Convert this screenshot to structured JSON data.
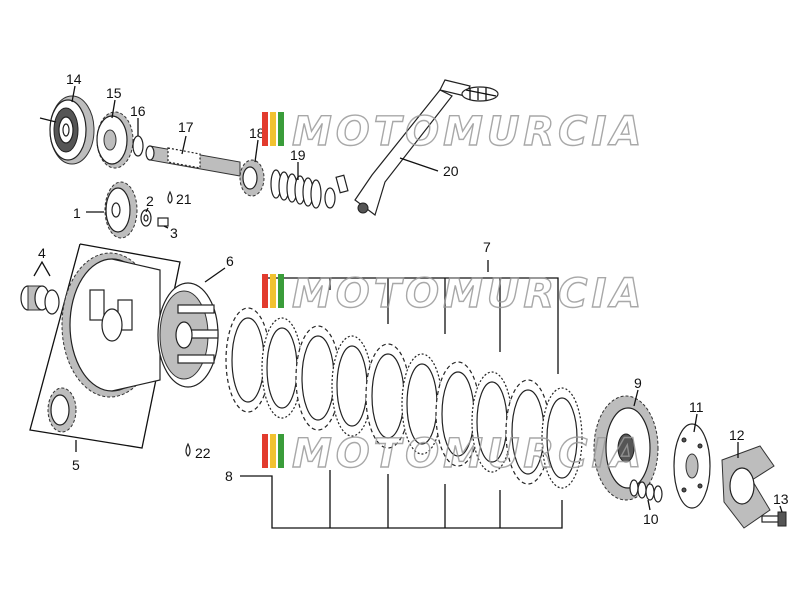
{
  "diagram": {
    "watermark_text": "MOTOMURCIA",
    "watermark_colors": [
      "#e23b2e",
      "#f2c230",
      "#3a9d3a"
    ],
    "callouts": [
      {
        "id": "c14",
        "text": "14"
      },
      {
        "id": "c15",
        "text": "15"
      },
      {
        "id": "c16",
        "text": "16"
      },
      {
        "id": "c17",
        "text": "17"
      },
      {
        "id": "c18",
        "text": "18"
      },
      {
        "id": "c19",
        "text": "19"
      },
      {
        "id": "c20",
        "text": "20"
      },
      {
        "id": "c1",
        "text": "1"
      },
      {
        "id": "c2",
        "text": "2"
      },
      {
        "id": "c21",
        "text": "21"
      },
      {
        "id": "c3",
        "text": "3"
      },
      {
        "id": "c4",
        "text": "4"
      },
      {
        "id": "c5",
        "text": "5"
      },
      {
        "id": "c6",
        "text": "6"
      },
      {
        "id": "c7",
        "text": "7"
      },
      {
        "id": "c8",
        "text": "8"
      },
      {
        "id": "c9",
        "text": "9"
      },
      {
        "id": "c10",
        "text": "10"
      },
      {
        "id": "c11",
        "text": "11"
      },
      {
        "id": "c12",
        "text": "12"
      },
      {
        "id": "c13",
        "text": "13"
      },
      {
        "id": "c22",
        "text": "22"
      }
    ]
  }
}
